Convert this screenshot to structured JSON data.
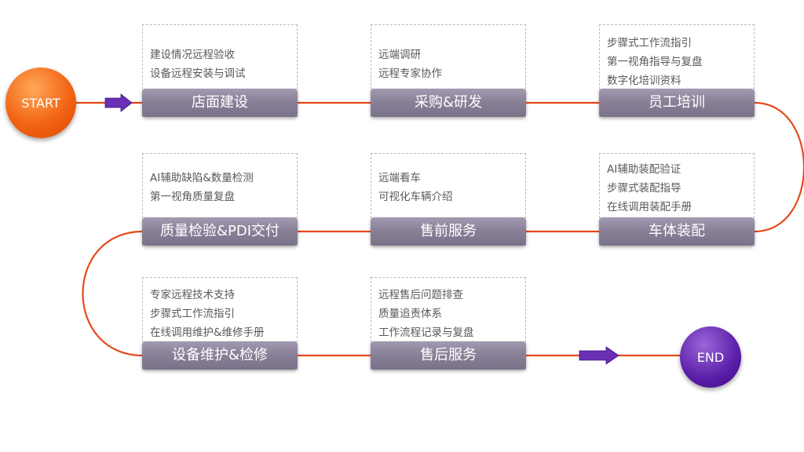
{
  "start_label": "START",
  "end_label": "END",
  "colors": {
    "connector": "#e64a19",
    "arrow": "#6a2fb5",
    "stage_bar": "#8a8199",
    "start_node": "#f26414",
    "end_node": "#5b1ea8"
  },
  "stages": [
    {
      "title": "店面建设",
      "items": [
        "建设情况远程验收",
        "设备远程安装与调试"
      ]
    },
    {
      "title": "采购&研发",
      "items": [
        "远端调研",
        "远程专家协作"
      ]
    },
    {
      "title": "员工培训",
      "items": [
        "步骤式工作流指引",
        "第一视角指导与复盘",
        "数字化培训资料"
      ]
    },
    {
      "title": "质量检验&PDI交付",
      "items": [
        "AI辅助缺陷&数量检测",
        "第一视角质量复盘"
      ]
    },
    {
      "title": "售前服务",
      "items": [
        "远端看车",
        "可视化车辆介绍"
      ]
    },
    {
      "title": "车体装配",
      "items": [
        "AI辅助装配验证",
        "步骤式装配指导",
        "在线调用装配手册"
      ]
    },
    {
      "title": "设备维护&检修",
      "items": [
        "专家远程技术支持",
        "步骤式工作流指引",
        "在线调用维护&维修手册"
      ]
    },
    {
      "title": "售后服务",
      "items": [
        "远程售后问题排查",
        "质量追责体系",
        "工作流程记录与复盘"
      ]
    }
  ]
}
